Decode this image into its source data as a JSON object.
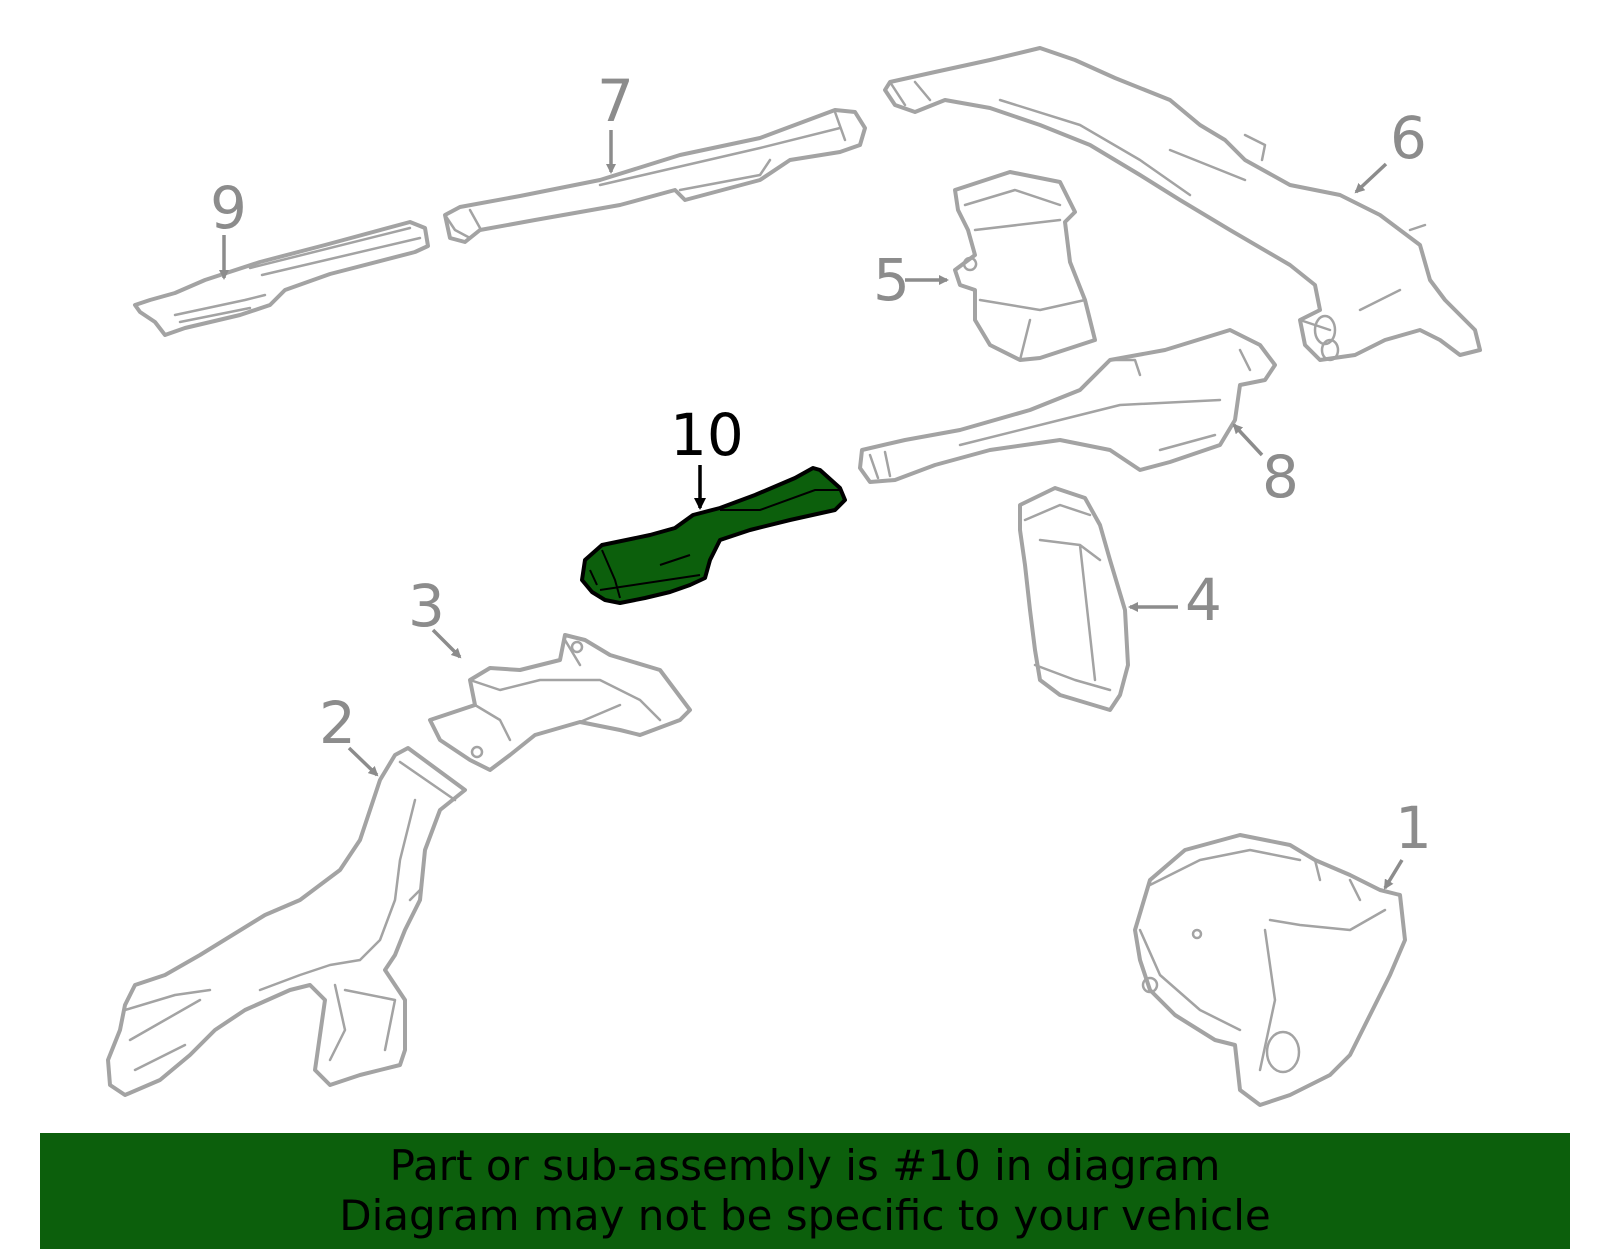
{
  "diagram": {
    "highlight_color": "#0c5f0c",
    "part_outline_color": "#a3a3a3",
    "highlighted_part": "10",
    "callouts": [
      {
        "id": "1",
        "label": "1"
      },
      {
        "id": "2",
        "label": "2"
      },
      {
        "id": "3",
        "label": "3"
      },
      {
        "id": "4",
        "label": "4"
      },
      {
        "id": "5",
        "label": "5"
      },
      {
        "id": "6",
        "label": "6"
      },
      {
        "id": "7",
        "label": "7"
      },
      {
        "id": "8",
        "label": "8"
      },
      {
        "id": "9",
        "label": "9"
      },
      {
        "id": "10",
        "label": "10"
      }
    ]
  },
  "banner": {
    "line1": "Part or sub-assembly is #10 in diagram",
    "line2": "Diagram may not be specific to your vehicle",
    "background": "#0c5f0c"
  }
}
